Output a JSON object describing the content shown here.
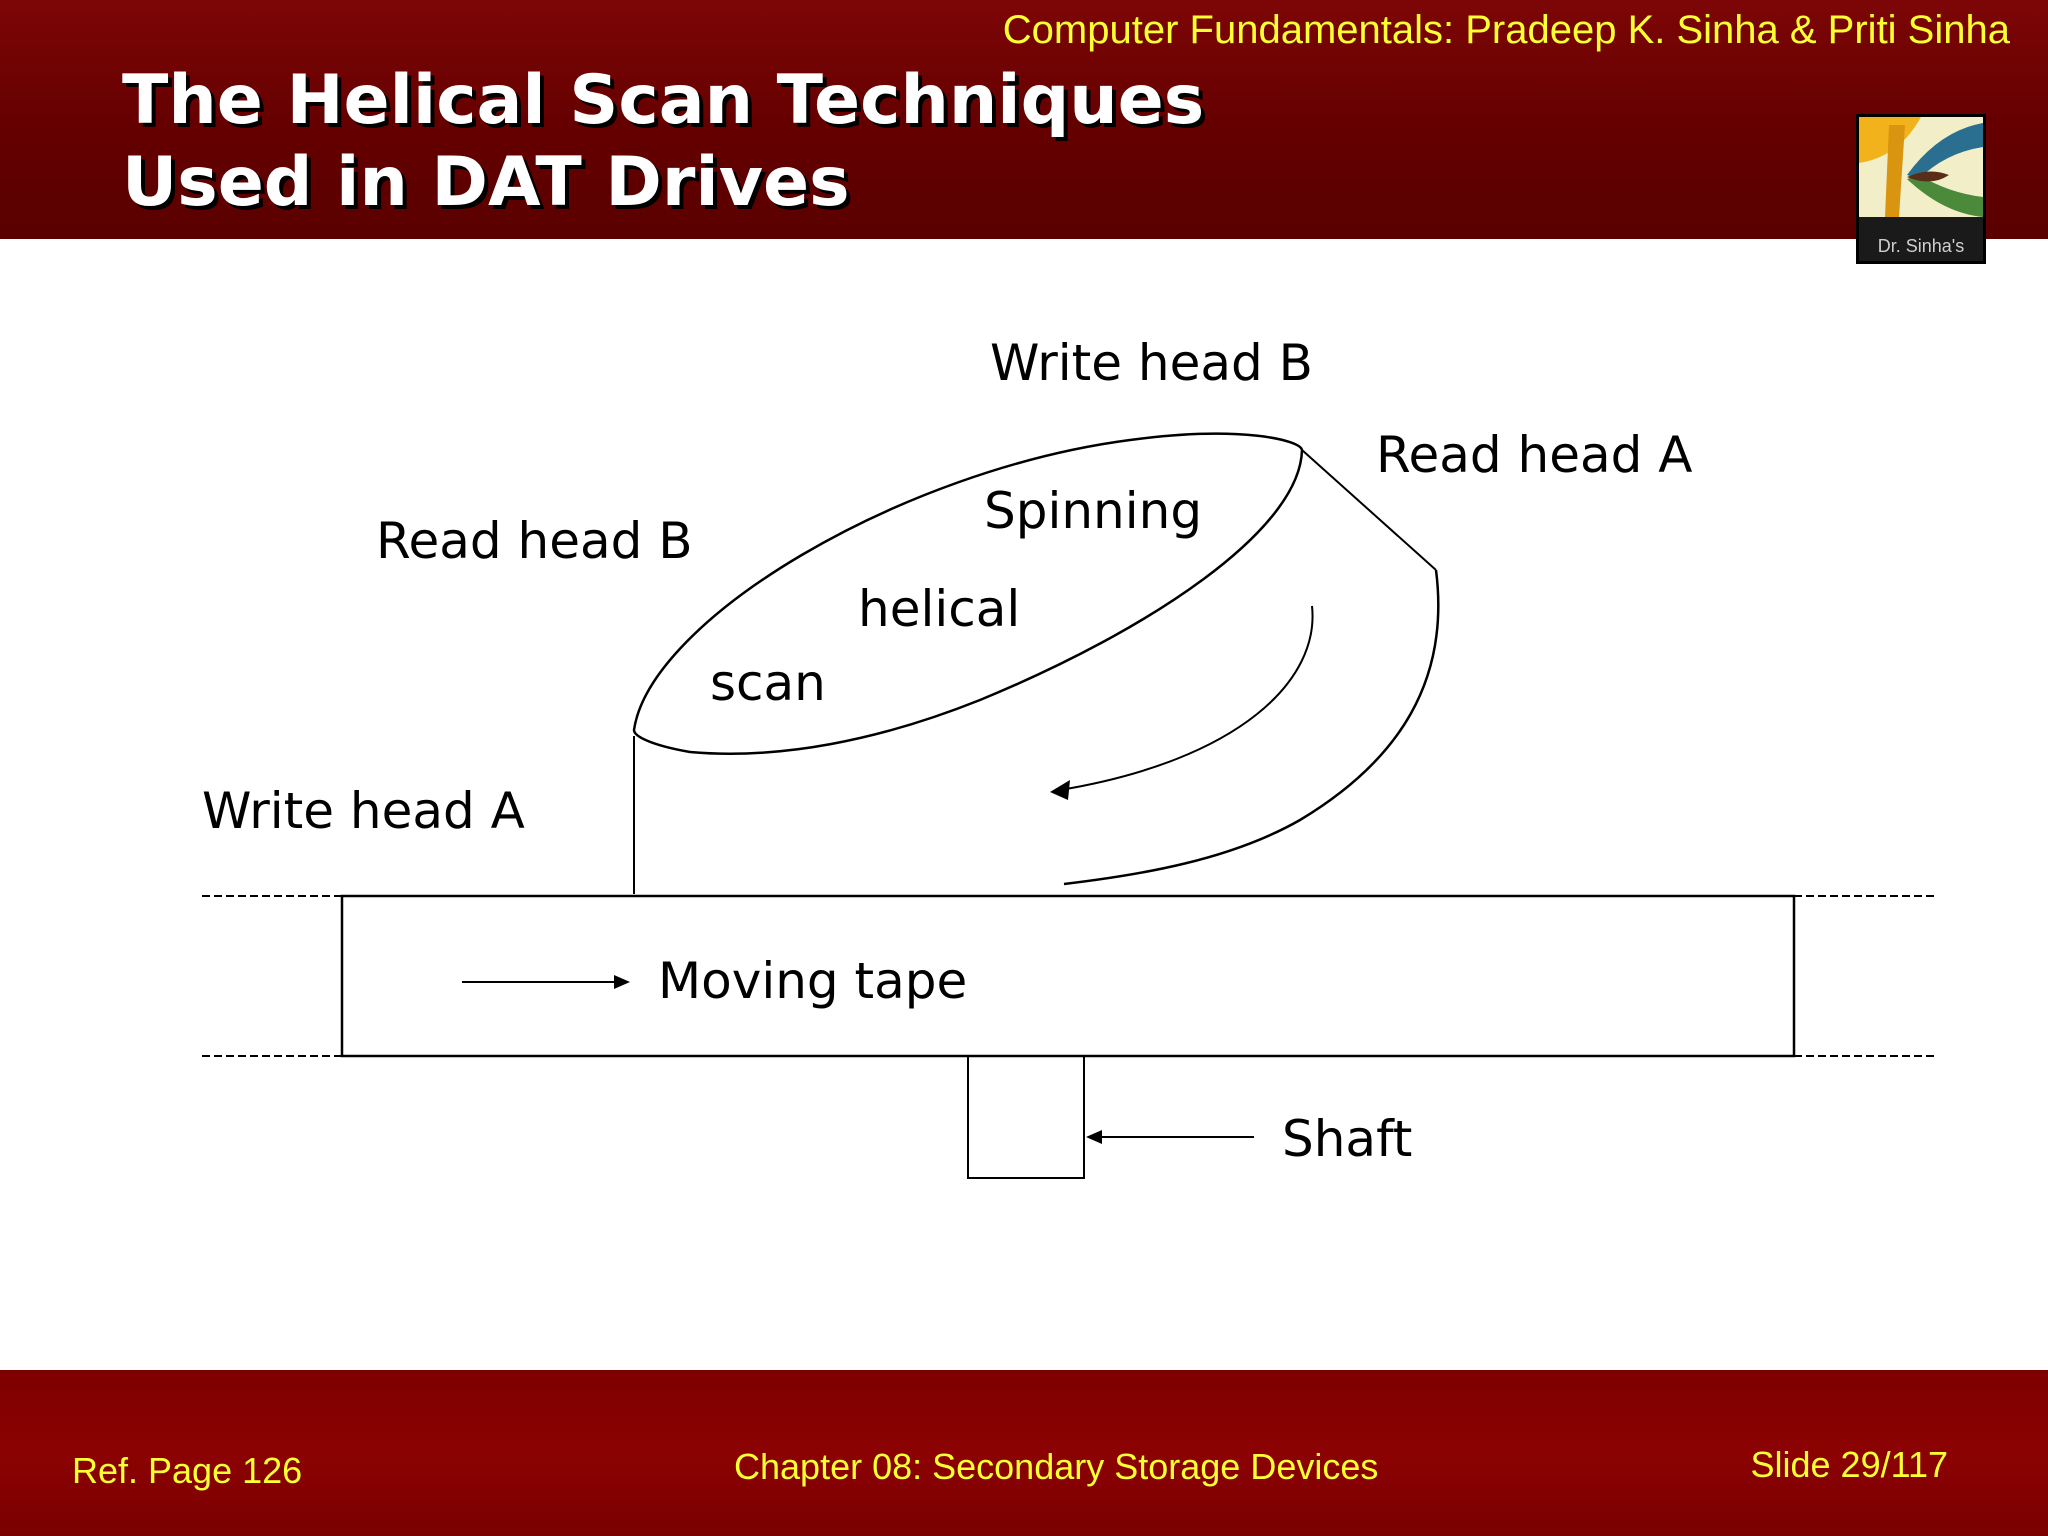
{
  "header": {
    "book_credit": "Computer Fundamentals: Pradeep K. Sinha & Priti Sinha",
    "title_line1": "The Helical Scan Techniques",
    "title_line2": "Used in DAT Drives",
    "logo_text": "Dr. Sinha's"
  },
  "diagram": {
    "labels": {
      "write_head_b": "Write head B",
      "read_head_a": "Read head A",
      "read_head_b": "Read head B",
      "write_head_a": "Write head A",
      "spinning": "Spinning",
      "helical": "helical",
      "scan": "scan",
      "moving_tape": "Moving tape",
      "shaft": "Shaft"
    }
  },
  "footer": {
    "ref_page": "Ref. Page  126",
    "chapter": "Chapter 08: Secondary Storage Devices",
    "slide_number": "Slide 29/117"
  },
  "colors": {
    "header_red": "#640000",
    "footer_red": "#8c0202",
    "accent_yellow": "#ffff33",
    "title_white": "#ffffff"
  }
}
